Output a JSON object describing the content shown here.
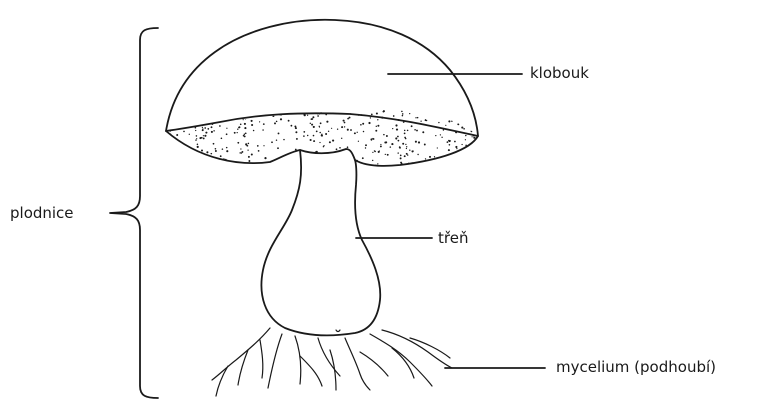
{
  "labels": {
    "fruiting_body": "plodnice",
    "cap": "klobouk",
    "stem": "třeň",
    "mycelium": "mycelium (podhoubí)"
  }
}
